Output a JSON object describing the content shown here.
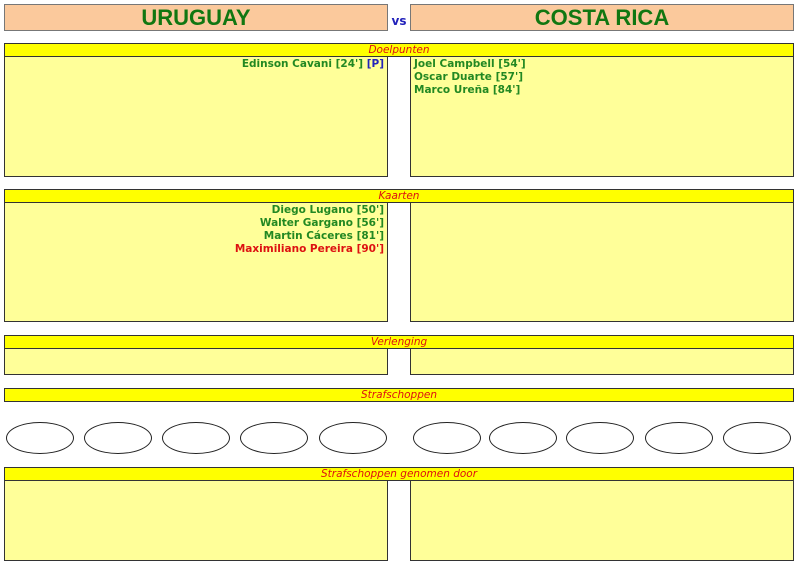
{
  "home": "URUGUAY",
  "away": "COSTA RICA",
  "vs": "vs",
  "sections": {
    "goals": "Doelpunten",
    "cards": "Kaarten",
    "extra_time": "Verlenging",
    "penalties": "Strafschoppen",
    "penalty_takers": "Strafschoppen genomen door"
  },
  "goals": {
    "home": [
      {
        "text": "Edinson Cavani [24']",
        "note": "[P]"
      }
    ],
    "away": [
      "Joel Campbell [54']",
      "Oscar Duarte [57']",
      "Marco Ureña [84']"
    ]
  },
  "cards": {
    "home": [
      {
        "text": "Diego Lugano [50']",
        "card": "yellow"
      },
      {
        "text": "Walter Gargano [56']",
        "card": "yellow"
      },
      {
        "text": "Martin Cáceres [81']",
        "card": "yellow"
      },
      {
        "text": "Maximiliano Pereira [90']",
        "card": "red"
      }
    ]
  }
}
